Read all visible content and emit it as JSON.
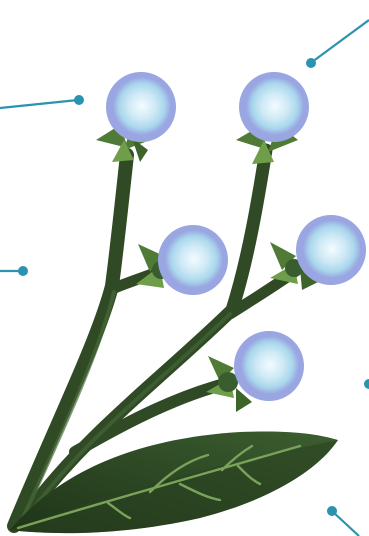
{
  "diagram": {
    "subject": "flowering-plant-branch",
    "parts": {
      "flower_heads": [
        {
          "id": "flower-head-1"
        },
        {
          "id": "flower-head-2"
        },
        {
          "id": "flower-head-3"
        },
        {
          "id": "flower-head-4"
        },
        {
          "id": "flower-head-5"
        }
      ],
      "leaf": {
        "id": "leaf"
      },
      "stems": {
        "id": "stems"
      }
    },
    "leader_lines": [
      {
        "id": "leader-line-1"
      },
      {
        "id": "leader-line-2"
      },
      {
        "id": "leader-line-3"
      },
      {
        "id": "leader-line-4"
      },
      {
        "id": "leader-line-5"
      }
    ],
    "colors": {
      "stem": "#2f4a24",
      "stem_dark": "#1f3318",
      "leaf_dark": "#1f3318",
      "leaf_mid": "#3a5d2f",
      "leaf_vein": "#7aa35a",
      "sepal": "#4f7b36",
      "sepal_light": "#6f9e4a",
      "flower_outer": "#9aa6e2",
      "flower_mid": "#a9d7ec",
      "flower_center": "#f4fbff",
      "leader": "#2a93b0"
    }
  }
}
